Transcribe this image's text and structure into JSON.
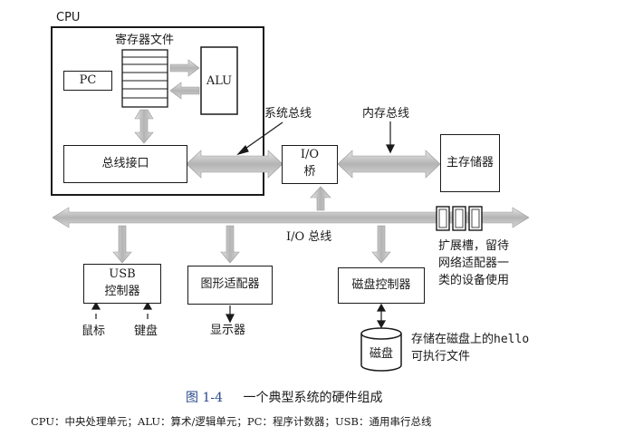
{
  "diagram": {
    "cpu_label": "CPU",
    "register_file_label": "寄存器文件",
    "pc_label": "PC",
    "alu_label": "ALU",
    "bus_interface_label": "总线接口",
    "system_bus_label": "系统总线",
    "memory_bus_label": "内存总线",
    "io_bridge_line1": "I/O",
    "io_bridge_line2": "桥",
    "main_memory_label": "主存储器",
    "io_bus_label": "I/O 总线",
    "expansion_line1": "扩展槽，留待",
    "expansion_line2": "网络适配器一",
    "expansion_line3": "类的设备使用",
    "usb_line1": "USB",
    "usb_line2": "控制器",
    "graphics_label": "图形适配器",
    "disk_controller_label": "磁盘控制器",
    "mouse_label": "鼠标",
    "keyboard_label": "键盘",
    "display_label": "显示器",
    "disk_label": "磁盘",
    "hello_line1_prefix": "存储在磁盘上的",
    "hello_word": "hello",
    "hello_line2": "可执行文件"
  },
  "caption": {
    "figure_number": "图 1-4",
    "figure_title": "一个典型系统的硬件组成"
  },
  "legend": "CPU：中央处理单元；ALU：算术/逻辑单元；PC：程序计数器；USB：通用串行总线"
}
